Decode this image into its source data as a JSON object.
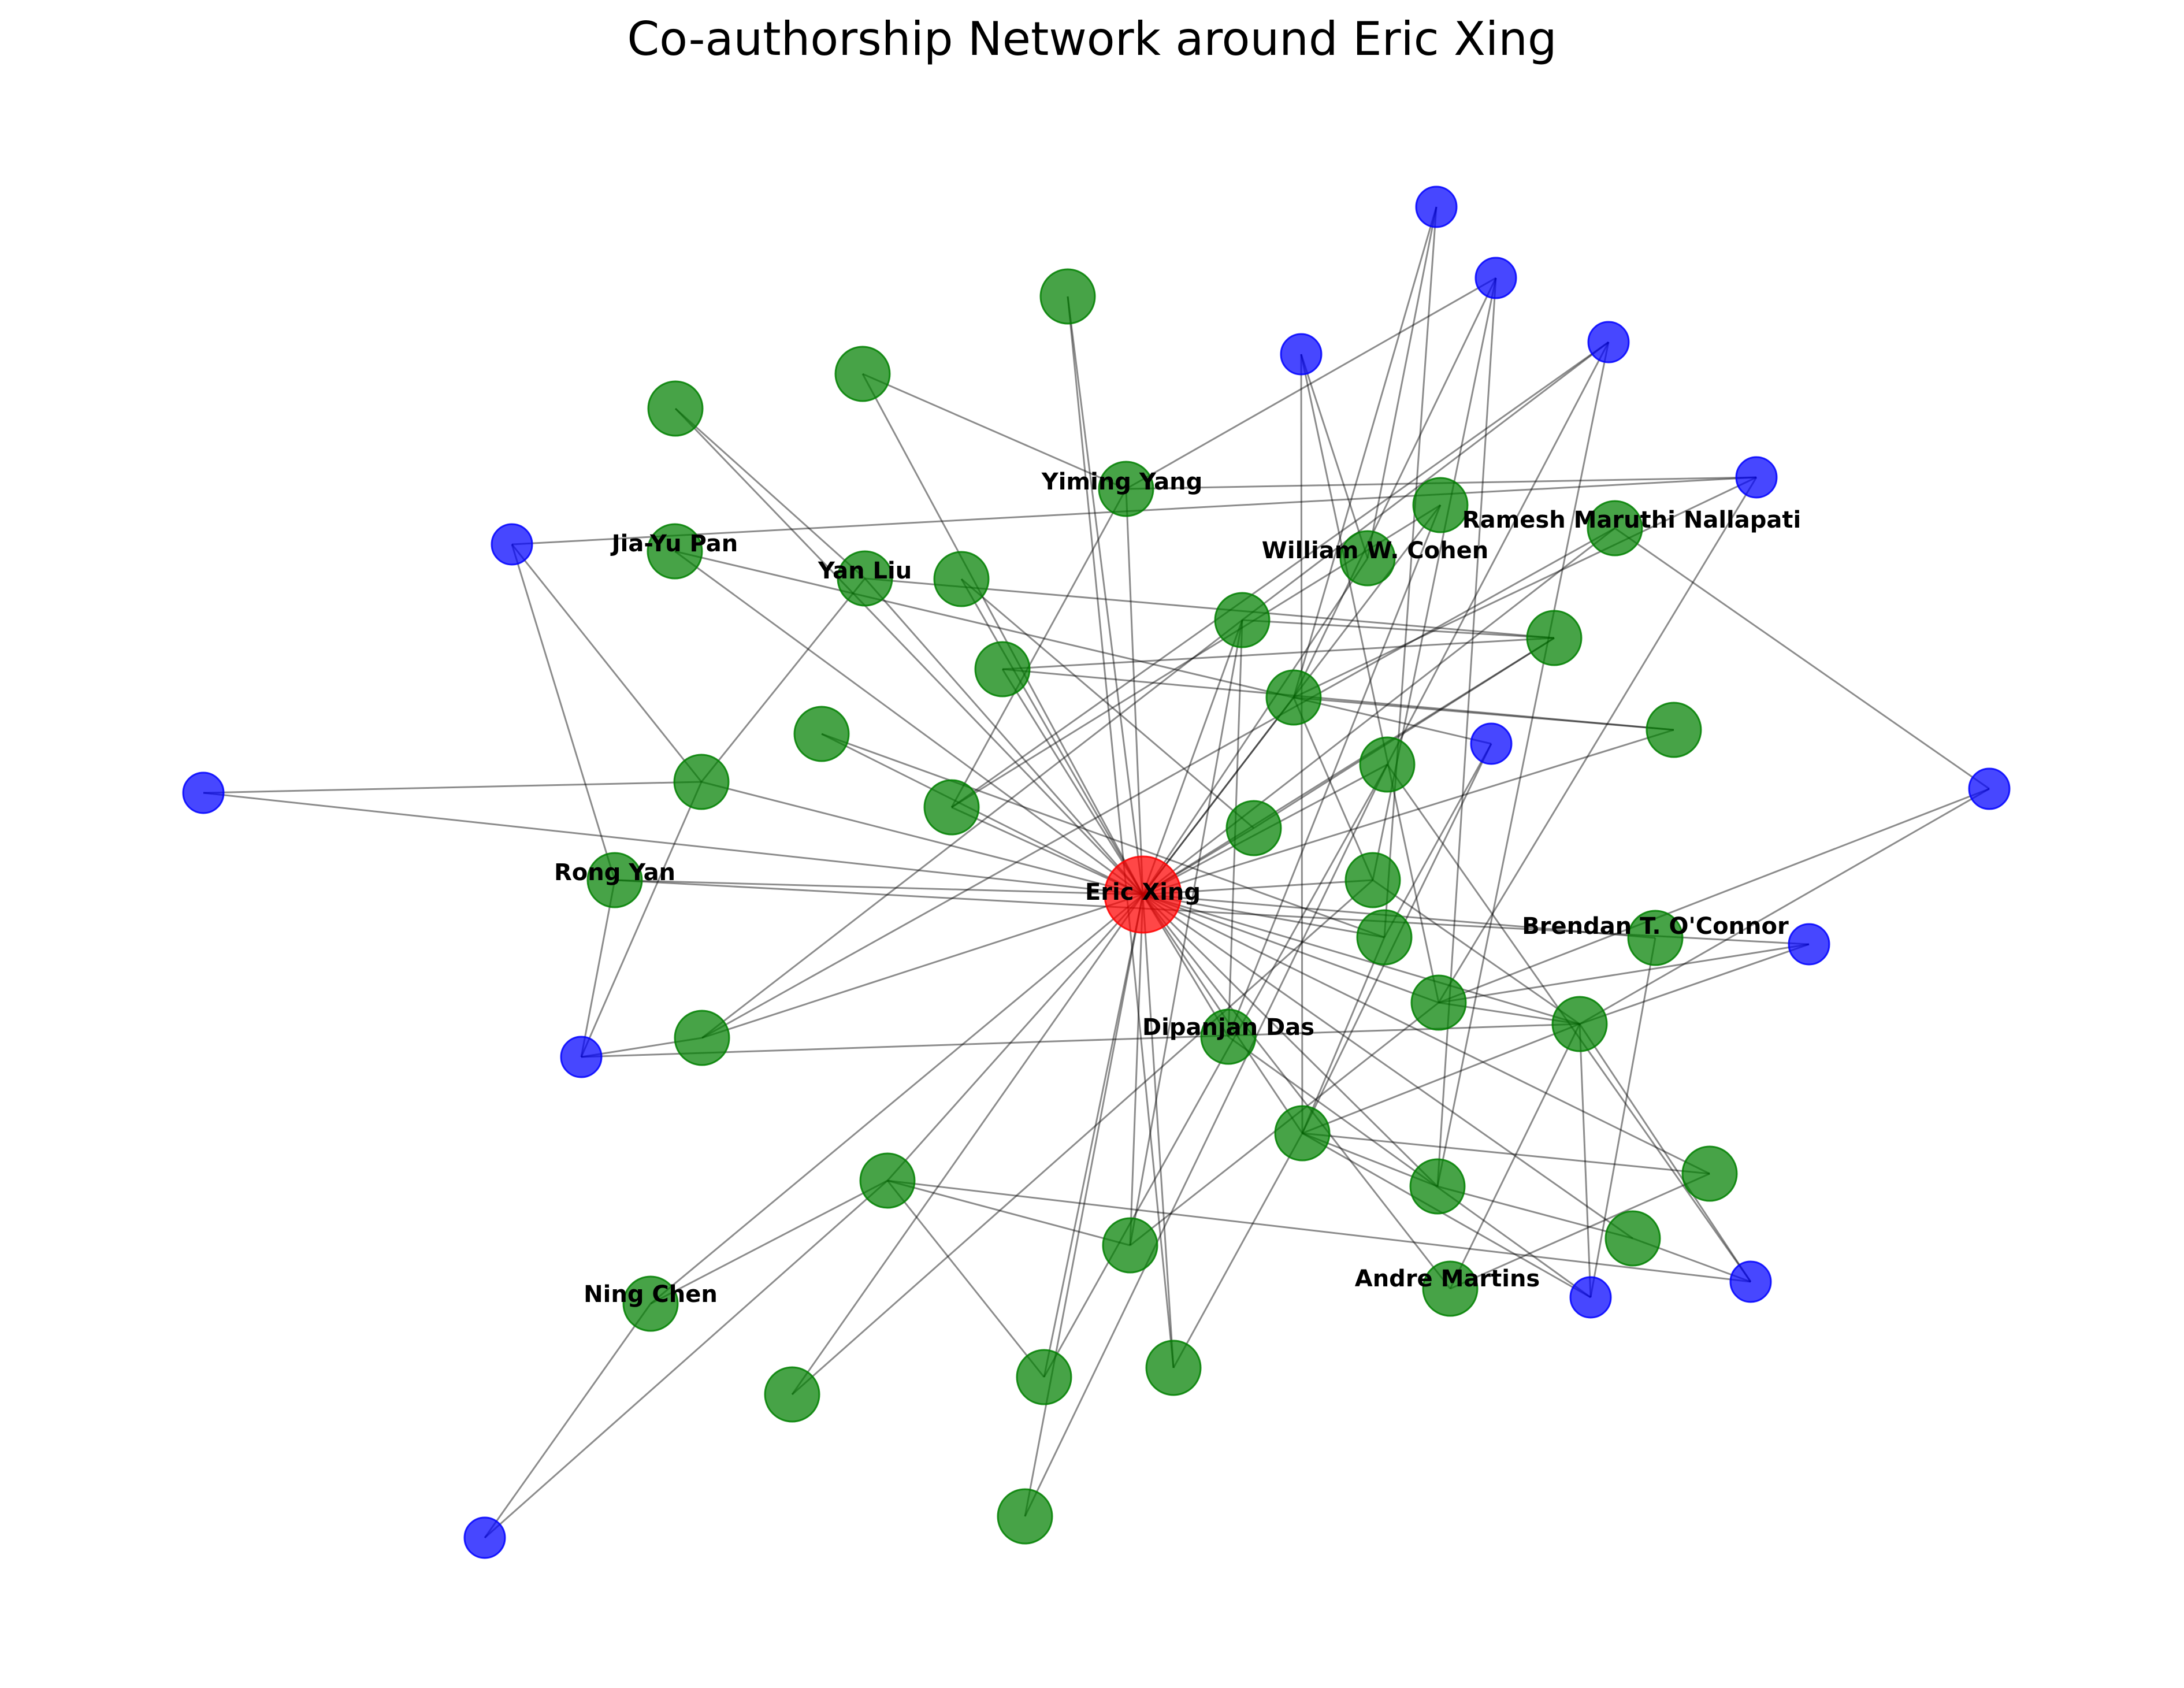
{
  "title": "Co-authorship Network around Eric Xing",
  "colors": {
    "center": "#ff0000",
    "coauthor": "#008000",
    "second_degree": "#0000ff",
    "edge": "#000000"
  },
  "labels": {
    "center": "Eric Xing",
    "yiming_yang": "Yiming Yang",
    "jia_yu_pan": "Jia-Yu Pan",
    "yan_liu": "Yan Liu",
    "william_cohen": "William W. Cohen",
    "ramesh_nallapati": "Ramesh Maruthi Nallapati",
    "rong_yan": "Rong Yan",
    "brendan_oconnor": "Brendan T. O'Connor",
    "dipanjan_das": "Dipanjan Das",
    "ning_chen": "Ning Chen",
    "andre_martins": "Andre Martins"
  }
}
